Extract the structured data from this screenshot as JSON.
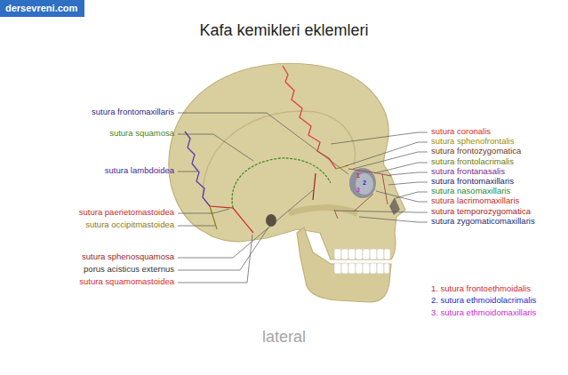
{
  "diagram": {
    "title": "Kafa kemikleri eklemleri",
    "caption": "lateral",
    "labels": [
      "dersevreni.com",
      "sutura frontomaxillaris",
      "sutura squamosa",
      "sutura lambdoidea",
      "sutura paerietomastoidea",
      "sutura occipitmastoidea",
      "sutura sphenosquamosa",
      "porus acisticus externus",
      "sutura squamomastoidea",
      "sutura coronalis",
      "sutura sphenofrontalis",
      "sutura frontozygomatica",
      "sutura frontolacrimalis",
      "sutura frontanasalis",
      "sutura frontomaxillaris",
      "sutura nasomaxillaris",
      "sutura lacrimomaxillaris",
      "sutura temporozygomatica",
      "sutura zygomaticomaxillaris",
      "1",
      "2",
      "3",
      "1. sutura frontoethmoidalis",
      "2. sutura ethmoidolacrimalis",
      "3. sutura ethmoidomaxillaris"
    ]
  }
}
